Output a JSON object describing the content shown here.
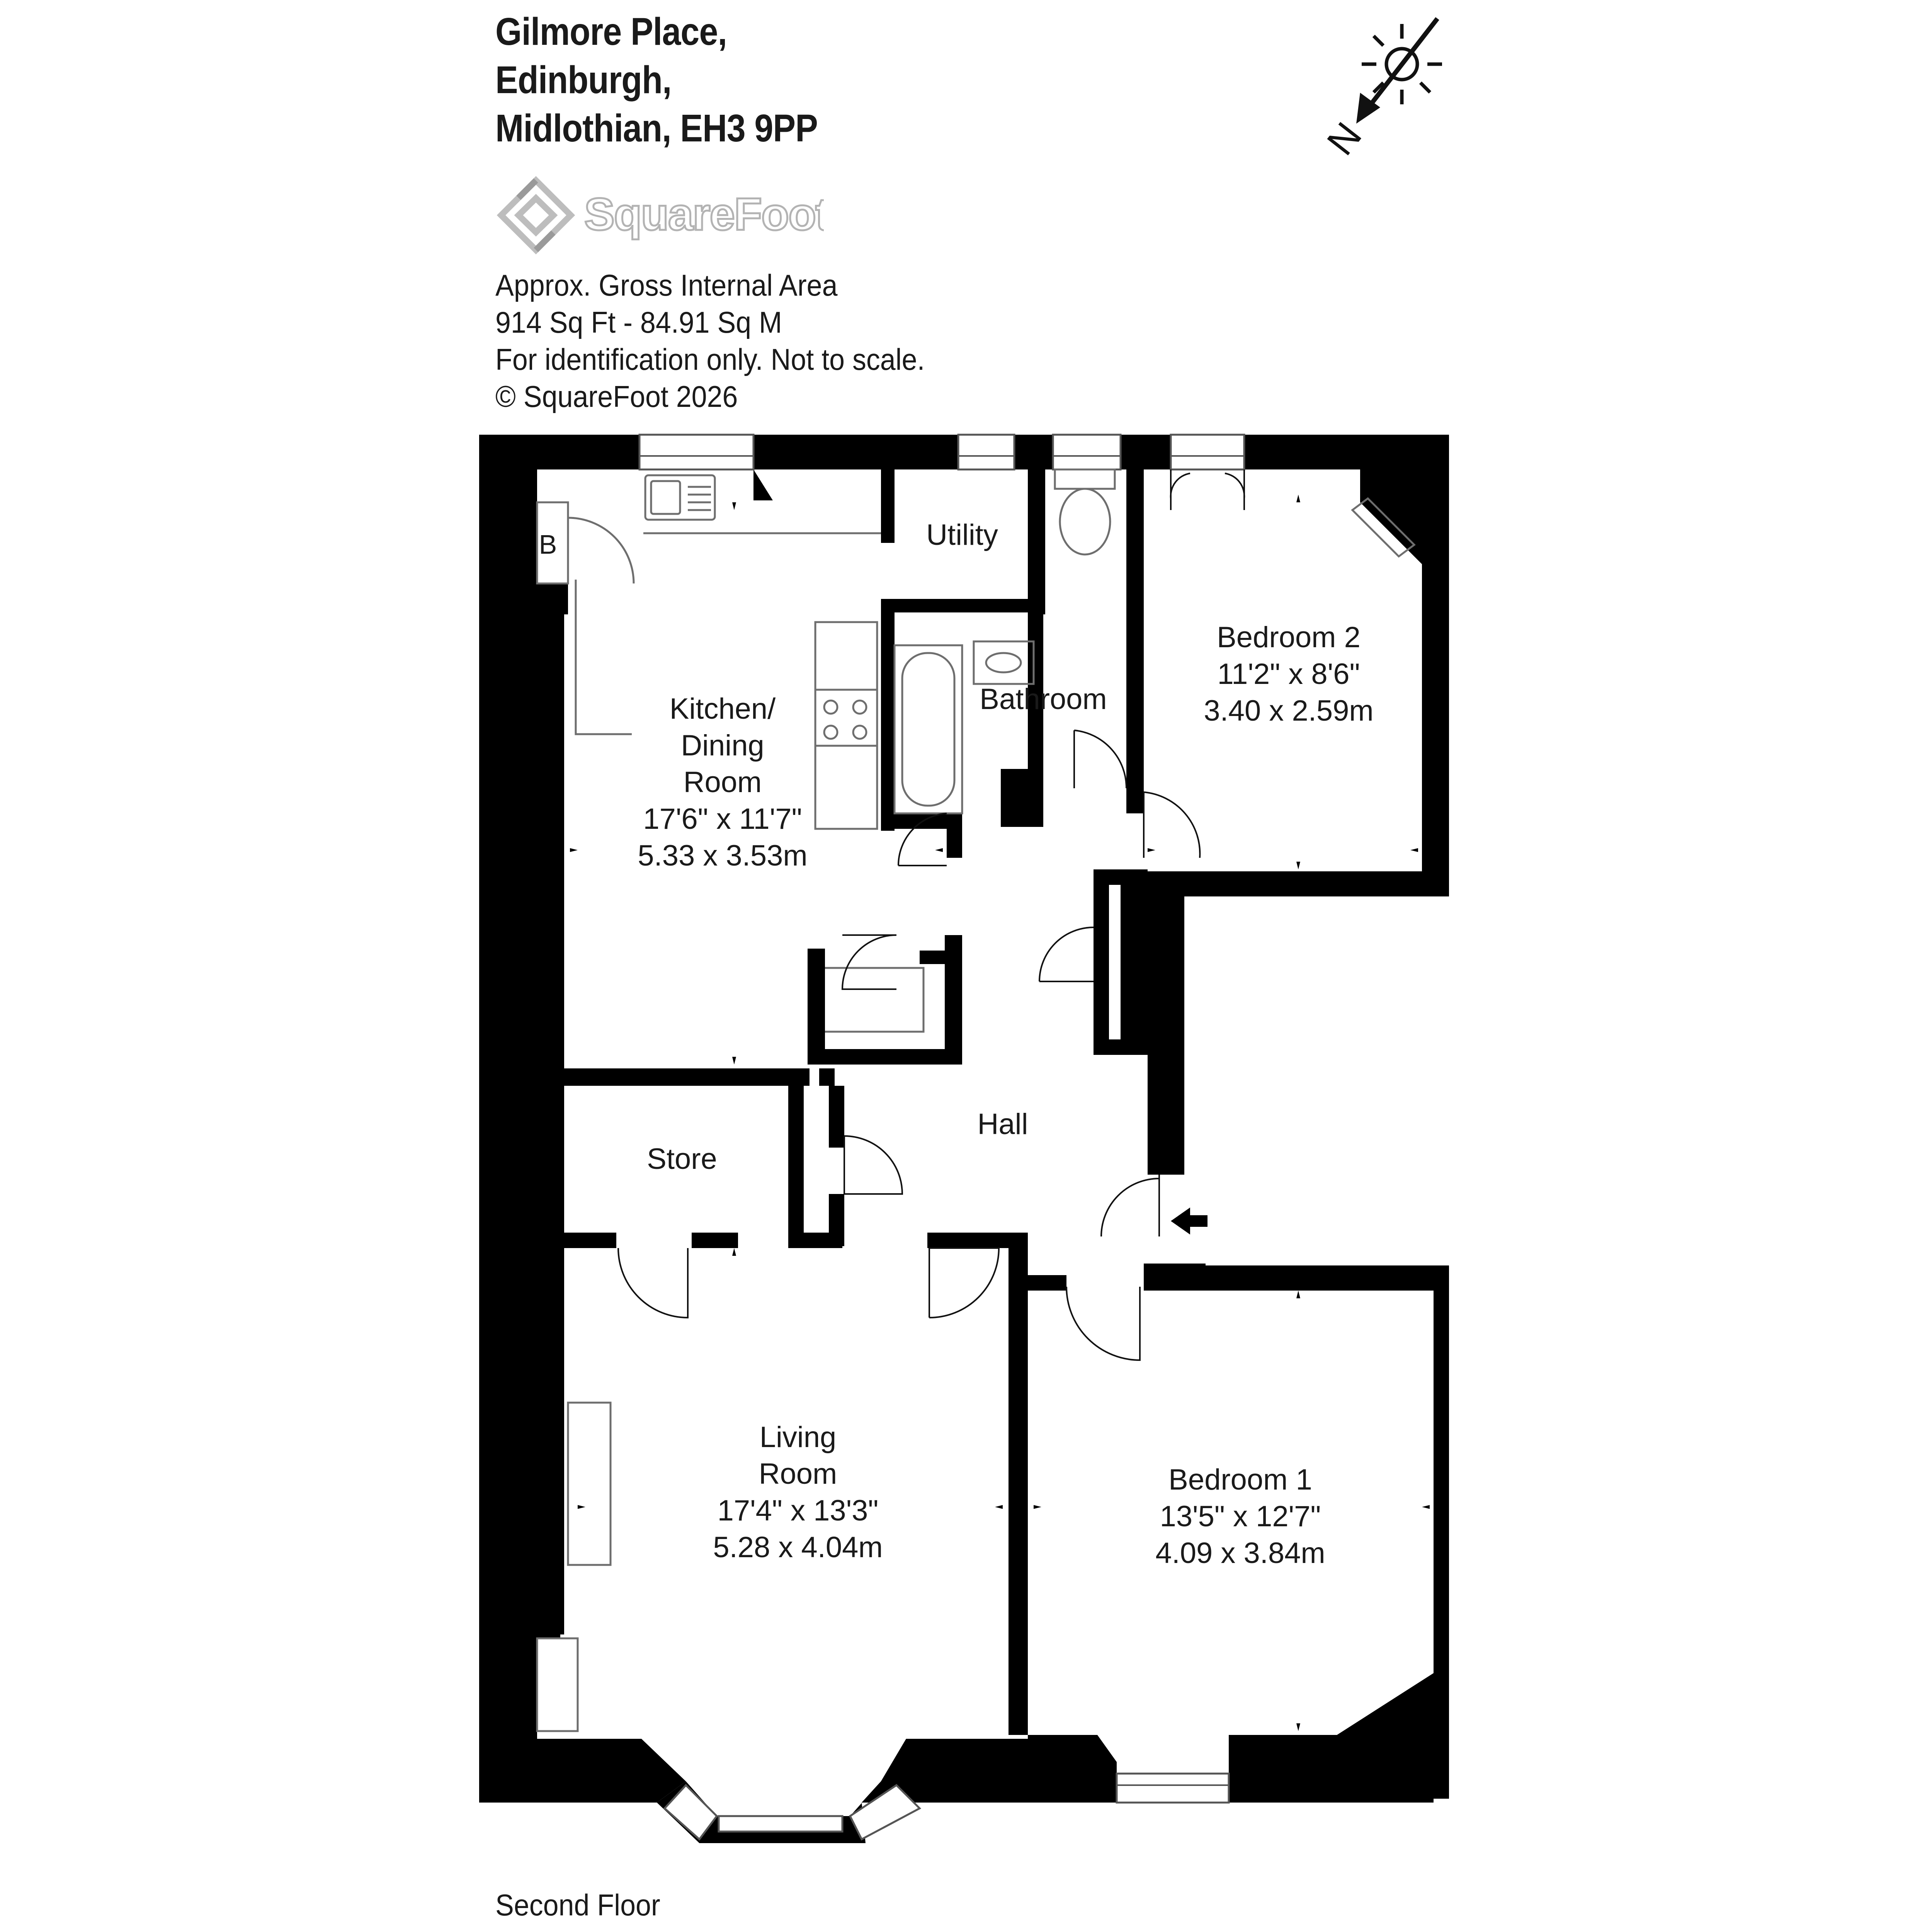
{
  "address": {
    "line1": "Gilmore Place,",
    "line2": "Edinburgh,",
    "line3": "Midlothian, EH3 9PP"
  },
  "brand": {
    "name": "SquareFoot"
  },
  "info": {
    "line1": "Approx. Gross Internal Area",
    "line2": "914 Sq Ft  -  84.91 Sq M",
    "line3": "For identification only. Not to scale.",
    "line4": "© SquareFoot 2026"
  },
  "compass": {
    "north_label": "N"
  },
  "rooms": {
    "kitchen": {
      "l1": "Kitchen/",
      "l2": "Dining",
      "l3": "Room",
      "imperial": "17'6\" x 11'7\"",
      "metric": "5.33 x 3.53m"
    },
    "utility": {
      "name": "Utility"
    },
    "bathroom": {
      "name": "Bathroom"
    },
    "bedroom2": {
      "name": "Bedroom 2",
      "imperial": "11'2\" x 8'6\"",
      "metric": "3.40 x 2.59m"
    },
    "boiler": {
      "name": "B"
    },
    "hall": {
      "name": "Hall"
    },
    "store": {
      "name": "Store"
    },
    "living": {
      "l1": "Living",
      "l2": "Room",
      "imperial": "17'4\" x 13'3\"",
      "metric": "5.28 x 4.04m"
    },
    "bedroom1": {
      "name": "Bedroom 1",
      "imperial": "13'5\" x 12'7\"",
      "metric": "4.09 x 3.84m"
    }
  },
  "floor": {
    "label": "Second Floor"
  },
  "colors": {
    "wall": "#000000",
    "fixture": "#6e6e6e",
    "logo": "#b9b9b9",
    "background": "#ffffff"
  }
}
